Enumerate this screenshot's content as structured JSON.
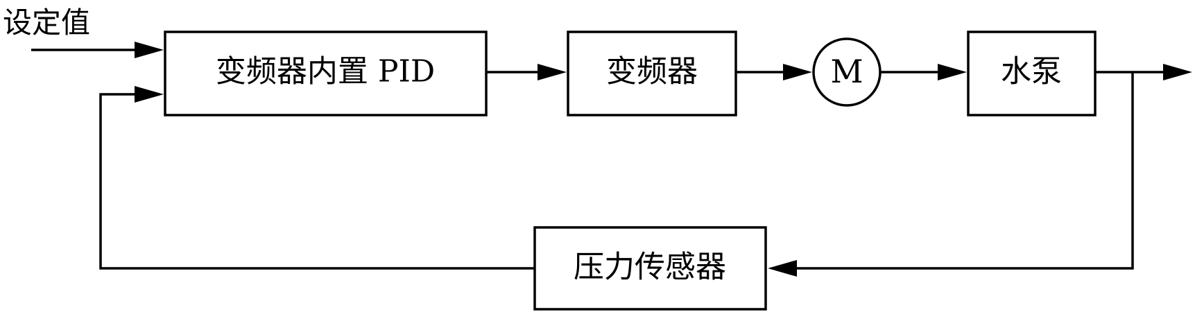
{
  "diagram": {
    "input_label": "设定值",
    "blocks": {
      "pid": "变频器内置 PID",
      "inverter": "变频器",
      "motor": "M",
      "pump": "水泵",
      "sensor": "压力传感器"
    }
  }
}
